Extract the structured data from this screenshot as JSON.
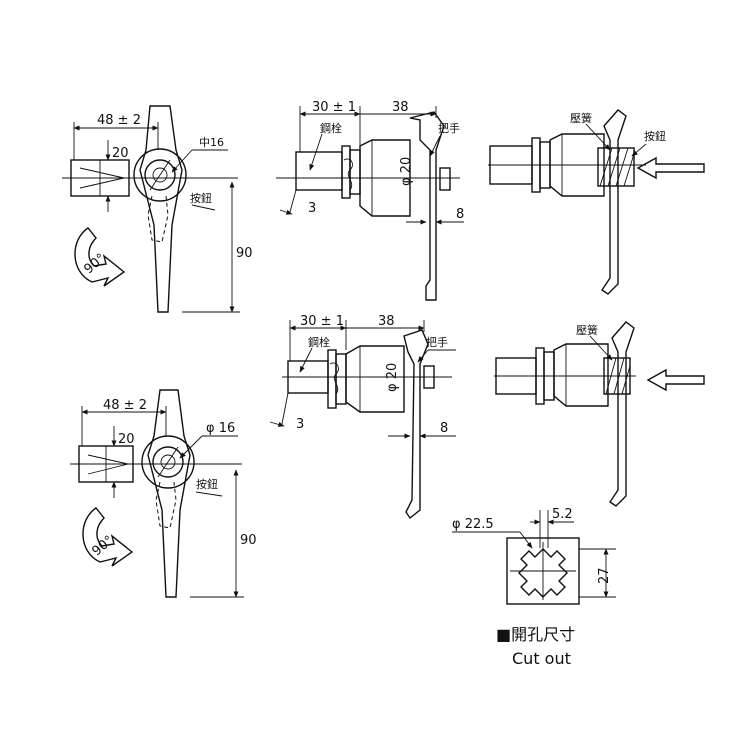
{
  "labels": {
    "dim_48": "48 ± 2",
    "dim_20": "20",
    "dim_16_top": "中16",
    "dim_16_bottom": "φ 16",
    "dim_90": "90",
    "angle": "90°",
    "button": "按鈕",
    "dim_30": "30 ± 1",
    "dim_38": "38",
    "bolt": "鋼栓",
    "handle": "把手",
    "dim_phi20": "φ 20",
    "dim_3": "3",
    "dim_8": "8",
    "spring": "壓簧",
    "dim_phi22_5": "φ 22.5",
    "dim_5_2": "5.2",
    "dim_27": "27",
    "cutout_zh": "■開孔尺寸",
    "cutout_en": "Cut out"
  }
}
